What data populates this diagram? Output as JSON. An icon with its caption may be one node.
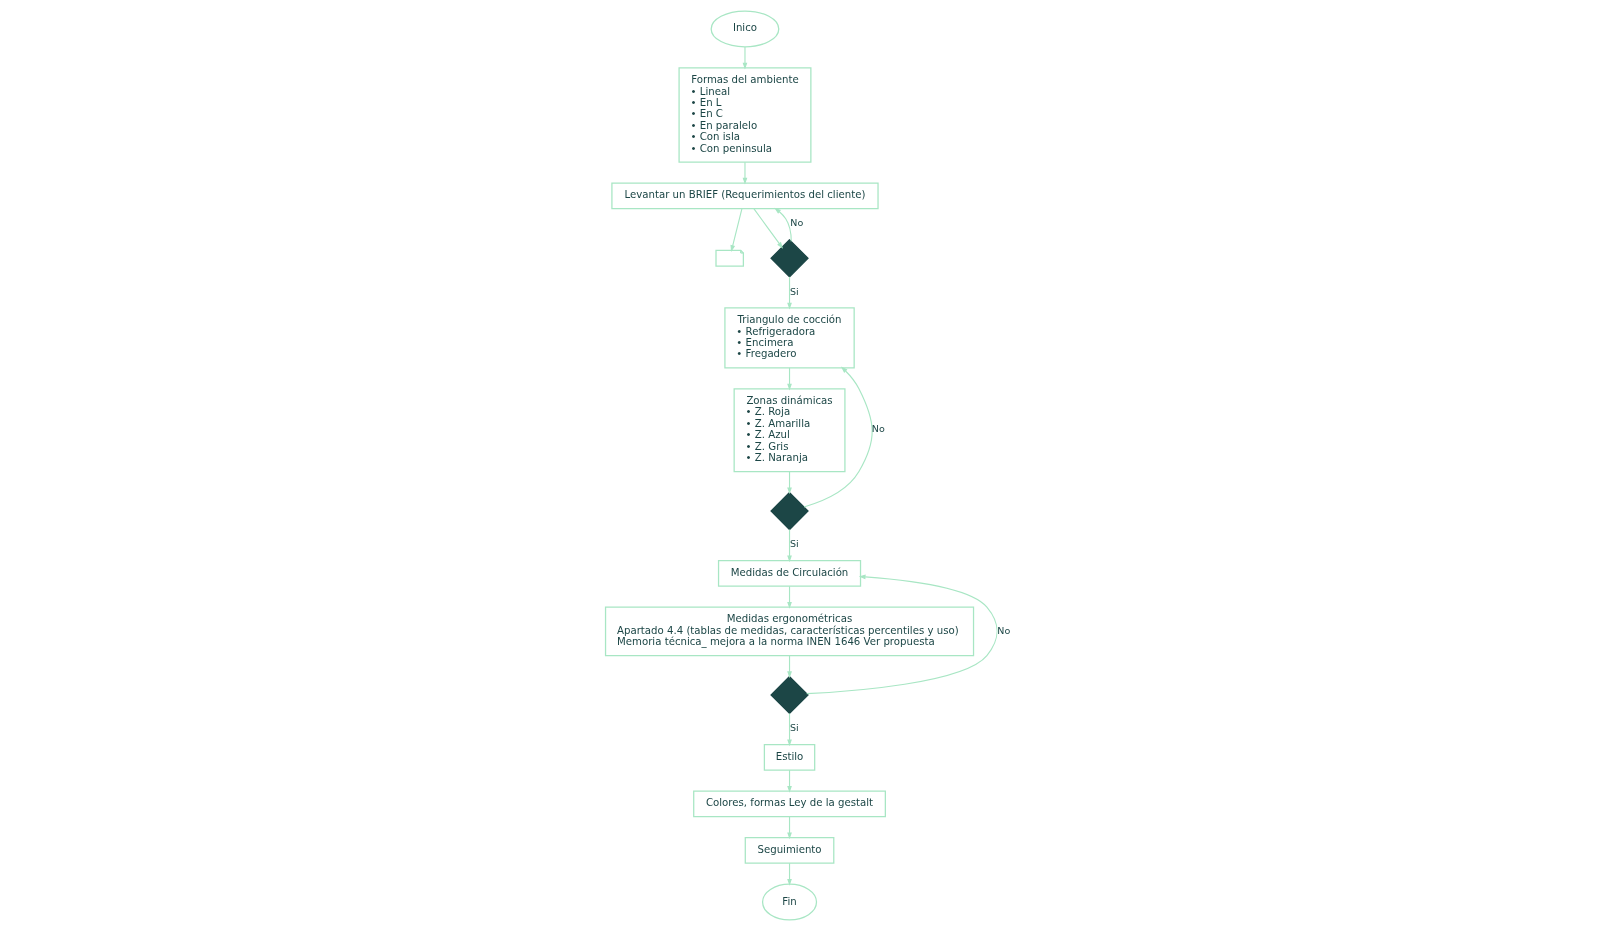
{
  "diagram": {
    "nodes": [
      {
        "text": [
          "Inico"
        ]
      },
      {
        "text": [
          "Formas del ambiente",
          "• Lineal",
          "• En L",
          "• En C",
          "• En paralelo",
          "• Con isla",
          "• Con peninsula"
        ]
      },
      {
        "text": [
          "Levantar un BRIEF (Requerimientos del cliente)"
        ]
      },
      {
        "text": [],
        "shape": "document"
      },
      {
        "text": [],
        "shape": "diamond"
      },
      {
        "text": [
          "Triangulo de cocción",
          "• Refrigeradora",
          "• Encimera",
          "• Fregadero"
        ]
      },
      {
        "text": [
          "Zonas dinámicas",
          "• Z. Roja",
          "• Z. Amarilla",
          "• Z. Azul",
          "• Z. Gris",
          "• Z. Naranja"
        ]
      },
      {
        "text": [],
        "shape": "diamond"
      },
      {
        "text": [
          "Medidas de Circulación"
        ]
      },
      {
        "text": [
          "Medidas ergonométricas",
          "Apartado 4.4 (tablas de medidas, características percentiles y uso)",
          "Memoria técnica_ mejora a la norma INEN 1646 Ver propuesta"
        ]
      },
      {
        "text": [],
        "shape": "diamond"
      },
      {
        "text": [
          "Estilo"
        ]
      },
      {
        "text": [
          "Colores, formas Ley de la gestalt"
        ]
      },
      {
        "text": [
          "Seguimiento"
        ]
      },
      {
        "text": [
          "Fin"
        ]
      }
    ],
    "edges": [
      {
        "from": 0,
        "to": 1,
        "arrow": "to"
      },
      {
        "from": 1,
        "to": 2,
        "arrow": "to"
      },
      {
        "from": 2,
        "to": 4,
        "arrow": "to"
      },
      {
        "from": 2,
        "to": 3,
        "arrow": "to"
      },
      {
        "from": 4,
        "to": 2,
        "arrow": "to",
        "label": "No"
      },
      {
        "from": 4,
        "to": 5,
        "arrow": "to",
        "label": "Si"
      },
      {
        "from": 5,
        "to": 6,
        "arrow": "to"
      },
      {
        "from": 6,
        "to": 7,
        "arrow": "to"
      },
      {
        "from": 7,
        "to": 5,
        "arrow": "to",
        "label": "No"
      },
      {
        "from": 7,
        "to": 8,
        "arrow": "to",
        "label": "Si"
      },
      {
        "from": 8,
        "to": 9,
        "arrow": "to"
      },
      {
        "from": 9,
        "to": 10,
        "arrow": "to"
      },
      {
        "from": 10,
        "to": 8,
        "arrow": "to",
        "label": "No"
      },
      {
        "from": 10,
        "to": 11,
        "arrow": "to",
        "label": "Si"
      },
      {
        "from": 11,
        "to": 12,
        "arrow": "to"
      },
      {
        "from": 12,
        "to": 13,
        "arrow": "to"
      },
      {
        "from": 13,
        "to": 14,
        "arrow": "to"
      }
    ]
  }
}
